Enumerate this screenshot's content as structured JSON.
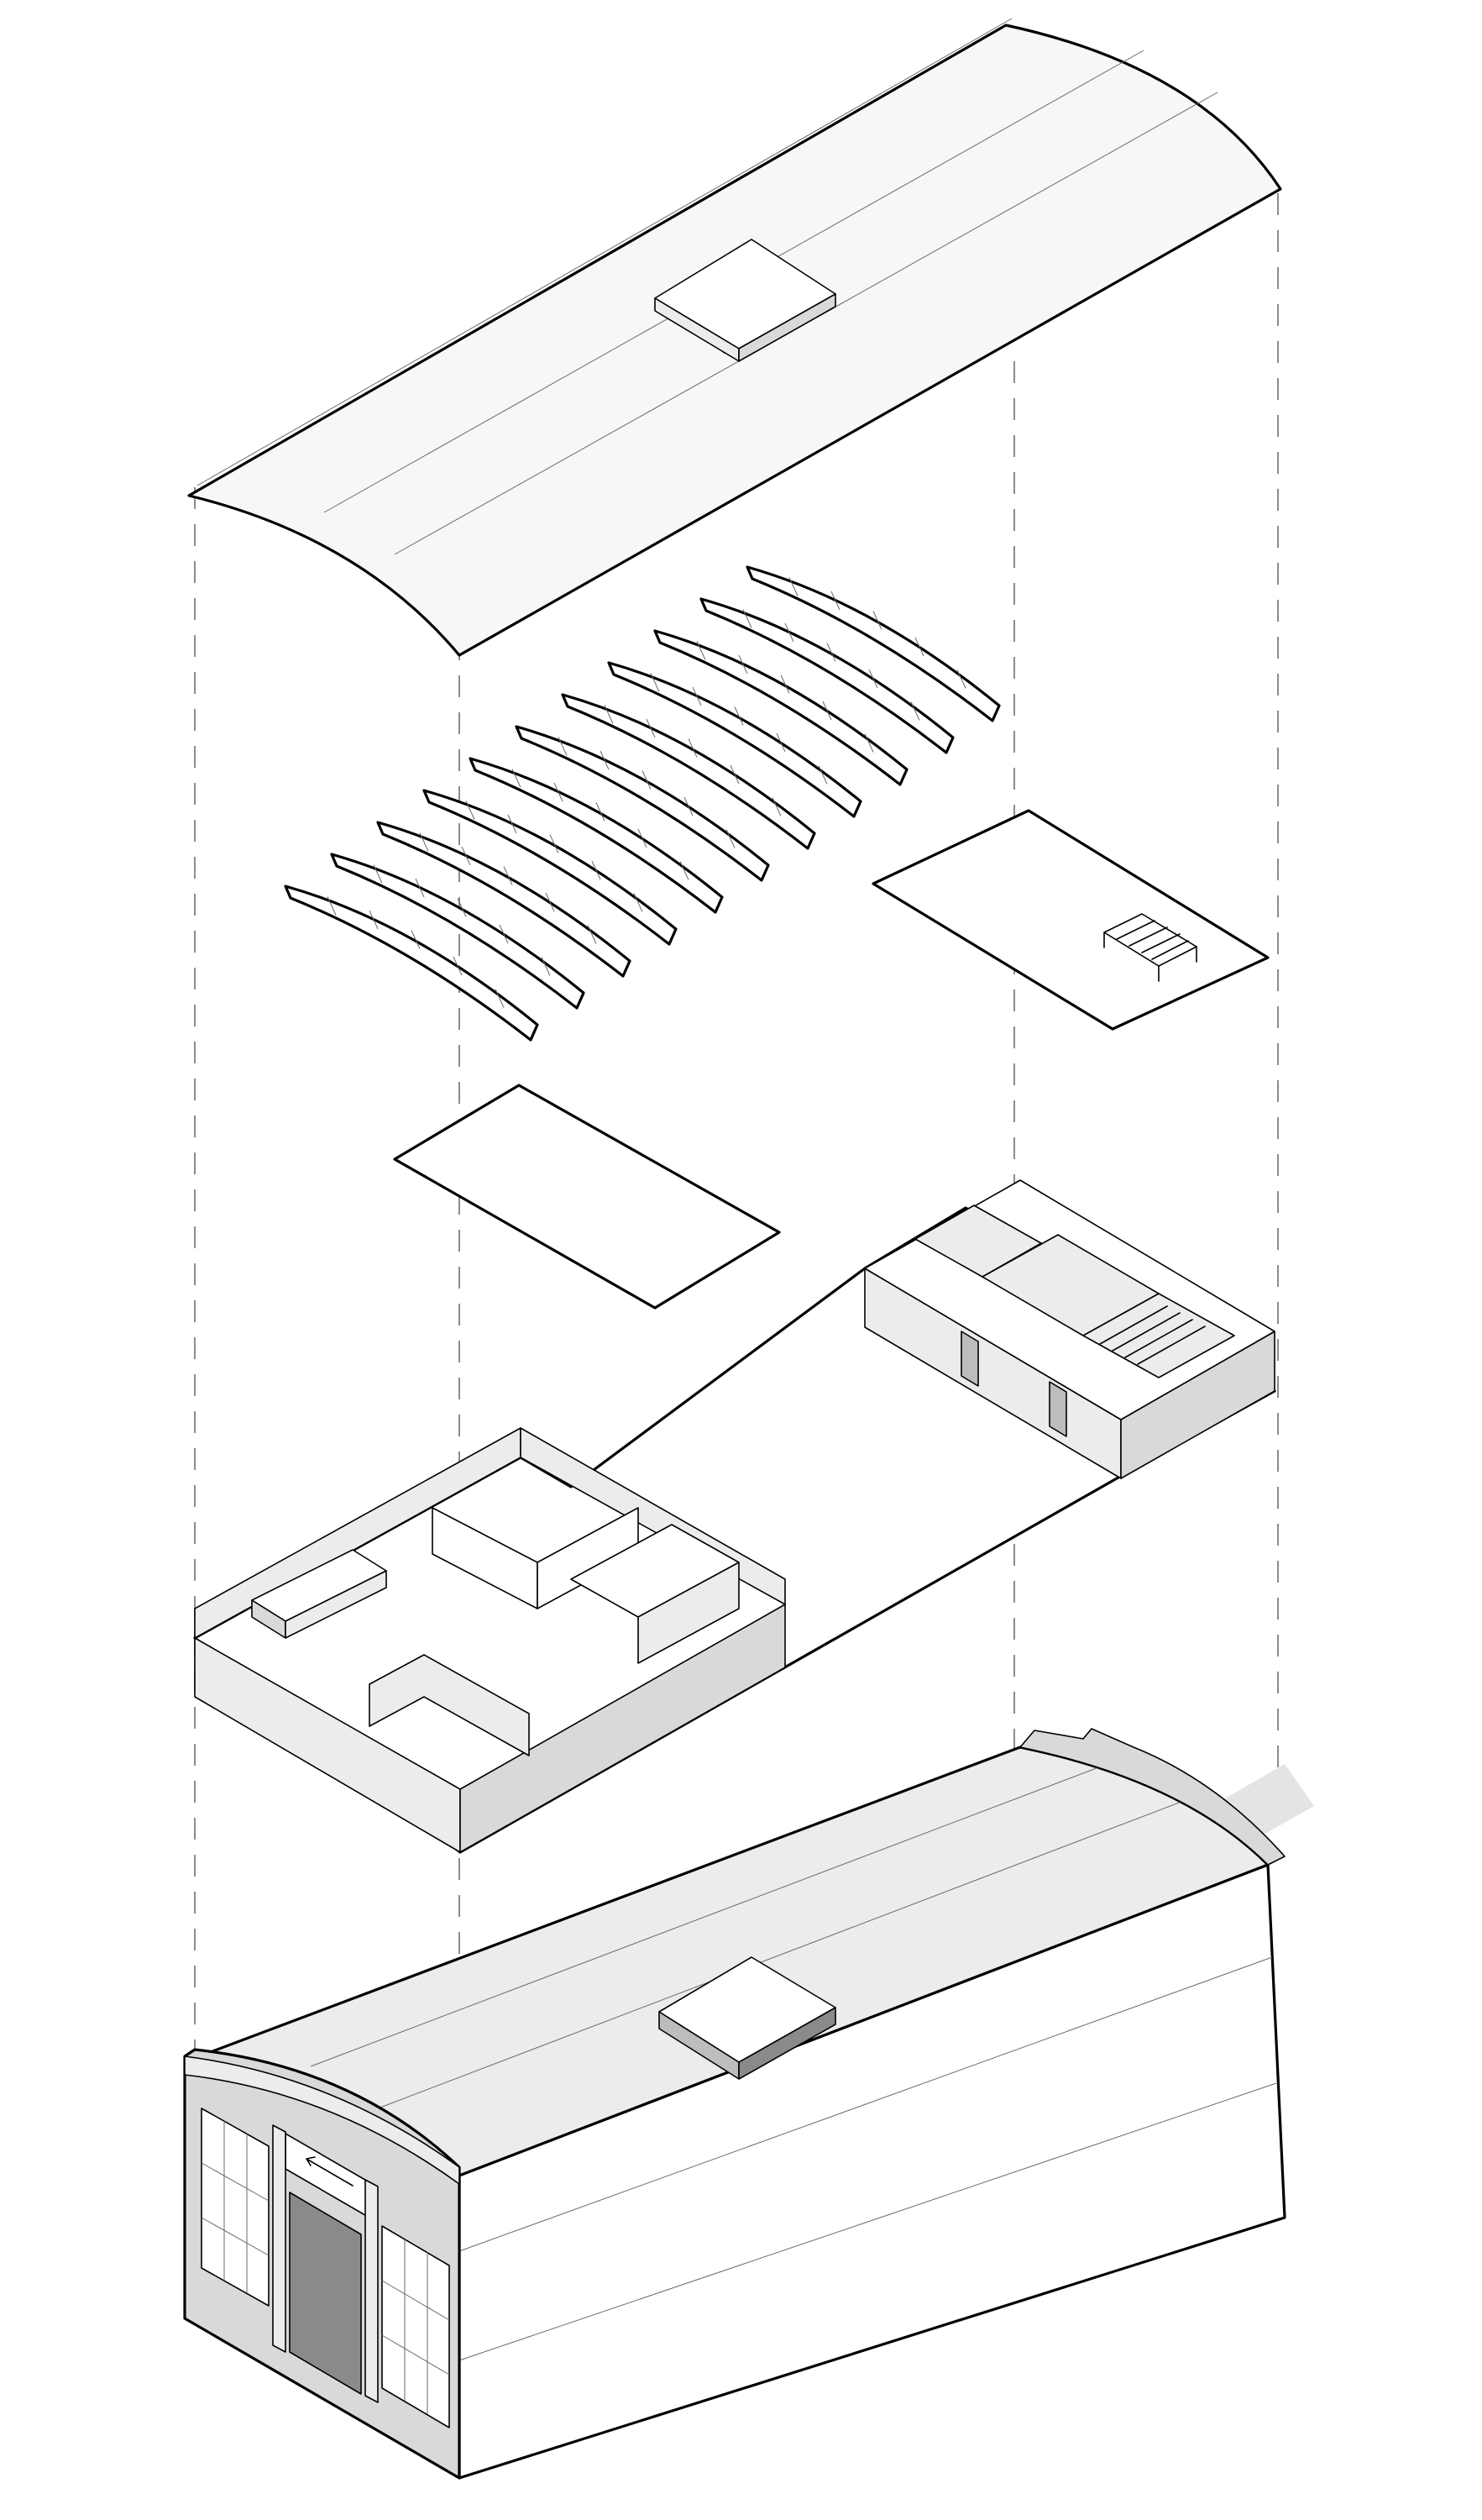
{
  "diagram": {
    "kind": "exploded axonometric building diagram",
    "layers": [
      {
        "id": "roof-shell",
        "label": ""
      },
      {
        "id": "roof-trusses",
        "label": ""
      },
      {
        "id": "mezzanine-level",
        "label": ""
      },
      {
        "id": "ground-floor-plan",
        "label": ""
      },
      {
        "id": "assembled-building",
        "label": ""
      }
    ],
    "truss_count": 11,
    "colors": {
      "line": "#000000",
      "dashed_guides": "#8c8c8c",
      "background": "#ffffff"
    }
  }
}
